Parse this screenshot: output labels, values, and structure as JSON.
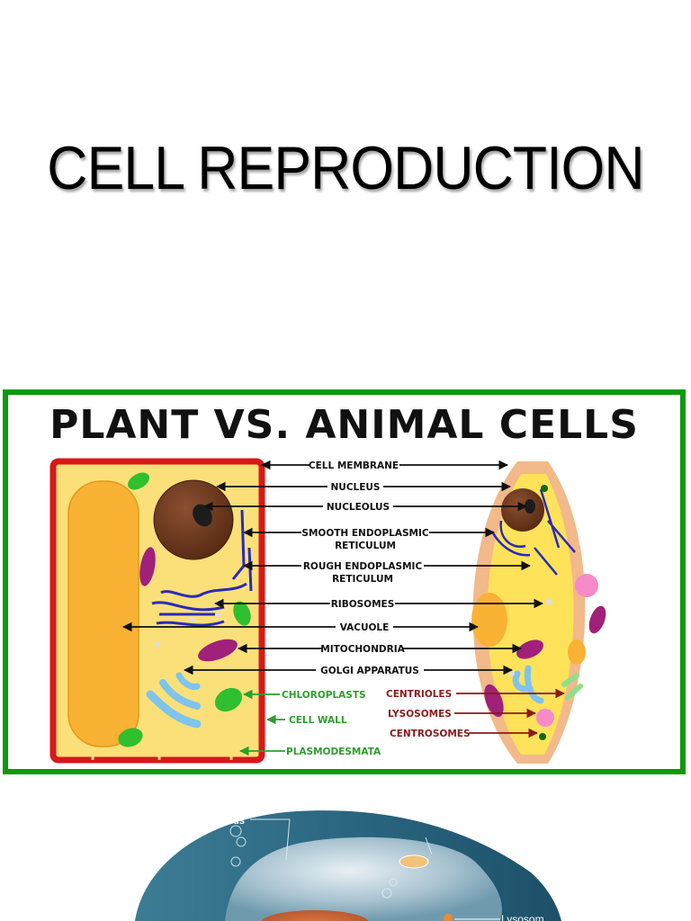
{
  "slide": {
    "title": "CELL REPRODUCTION"
  },
  "figure": {
    "title": "PLANT VS. ANIMAL CELLS",
    "border_color": "#0a9a0a",
    "shared_labels": [
      {
        "text": "CELL MEMBRANE"
      },
      {
        "text": "NUCLEUS"
      },
      {
        "text": "NUCLEOLUS"
      },
      {
        "text": "SMOOTH ENDOPLASMIC",
        "line2": "RETICULUM"
      },
      {
        "text": "ROUGH ENDOPLASMIC",
        "line2": "RETICULUM"
      },
      {
        "text": "RIBOSOMES"
      },
      {
        "text": "VACUOLE"
      },
      {
        "text": "MITOCHONDRIA"
      },
      {
        "text": "GOLGI APPARATUS"
      }
    ],
    "plant_only_labels": [
      {
        "text": "CHLOROPLASTS"
      },
      {
        "text": "CELL WALL"
      },
      {
        "text": "PLASMODESMATA"
      }
    ],
    "animal_only_labels": [
      {
        "text": "CENTRIOLES"
      },
      {
        "text": "LYSOSOMES"
      },
      {
        "text": "CENTROSOMES"
      }
    ],
    "colors": {
      "shared_label": "#111111",
      "plant_label": "#2e9e2e",
      "animal_label": "#8b1a1a"
    }
  },
  "second_image": {
    "partial_labels": [
      {
        "text": "...us"
      },
      {
        "text": "Lysosom..."
      }
    ]
  }
}
